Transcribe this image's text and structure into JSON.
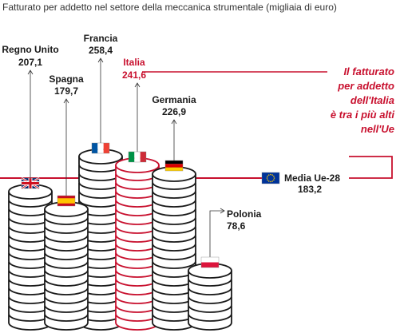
{
  "title": "Fatturato per addetto nel settore della meccanica strumentale (migliaia di euro)",
  "colors": {
    "coin_fill": "#ffffff",
    "coin_stroke": "#1a1a1a",
    "highlight": "#c8102e",
    "text": "#1a1a1a",
    "eu_blue": "#003399",
    "eu_star": "#ffcc00"
  },
  "annotation": {
    "lines": [
      "Il fatturato",
      "per addetto",
      "dell'Italia",
      "è tra i più alti",
      "nell'Ue"
    ]
  },
  "chart_data": {
    "type": "bar",
    "style": "stacked-coins",
    "categories": [
      "Regno Unito",
      "Spagna",
      "Francia",
      "Italia",
      "Germania",
      "Polonia"
    ],
    "values": [
      207.1,
      179.7,
      258.4,
      241.6,
      226.9,
      78.6
    ],
    "value_labels": [
      "207,1",
      "179,7",
      "258,4",
      "241,6",
      "226,9",
      "78,6"
    ],
    "flags": [
      "uk-flag-icon",
      "spain-flag-icon",
      "france-flag-icon",
      "italy-flag-icon",
      "germany-flag-icon",
      "poland-flag-icon"
    ],
    "highlight": "Italia",
    "reference_line": {
      "label": "Media Ue-28",
      "value": 183.2,
      "value_label": "183,2",
      "flag": "eu-flag-icon"
    },
    "unit": "migliaia di euro",
    "grid": false,
    "legend": "none"
  }
}
